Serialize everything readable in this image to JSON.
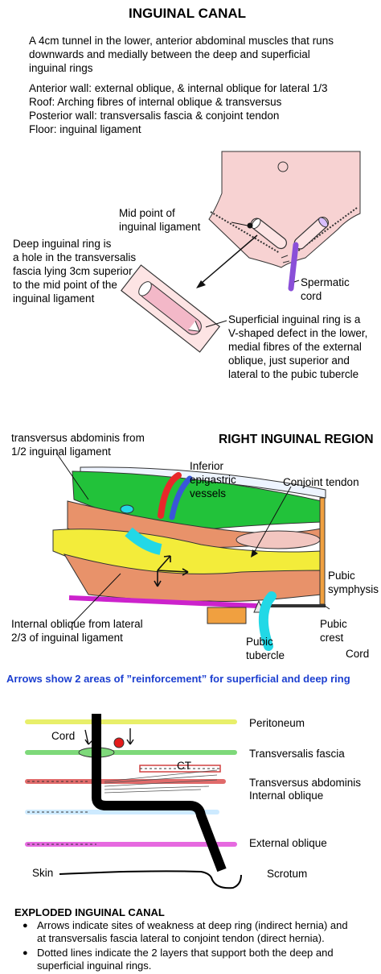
{
  "section1": {
    "title": "INGUINAL CANAL",
    "intro": [
      "A 4cm tunnel in the lower, anterior abdominal muscles that runs",
      "downwards and medially between the deep and superficial",
      "inguinal rings"
    ],
    "walls": [
      "Anterior wall: external oblique, & internal oblique for lateral 1/3",
      "Roof: Arching fibres of internal oblique & transversus",
      "Posterior wall: transversalis fascia & conjoint tendon",
      "Floor: inguinal ligament"
    ],
    "labels": {
      "mid_point": [
        "Mid point of",
        "inguinal ligament"
      ],
      "deep_ring": [
        "Deep inguinal ring is",
        "a hole in the transversalis",
        "fascia lying 3cm superior",
        "to the mid point of the",
        "inguinal ligament"
      ],
      "spermatic_cord": [
        "Spermatic",
        "cord"
      ],
      "superficial_ring": [
        "Superficial inguinal ring is a",
        "V-shaped defect in the lower,",
        "medial fibres of the external",
        "oblique, just superior and",
        "lateral to the pubic tubercle"
      ]
    }
  },
  "section2": {
    "title": "RIGHT INGUINAL REGION",
    "labels": {
      "transversus": [
        "transversus abdominis from",
        "1/2 inguinal ligament"
      ],
      "inferior_epigastric": [
        "Inferior",
        "epigastric",
        "vessels"
      ],
      "conjoint": "Conjoint tendon",
      "pubic_symphysis": [
        "Pubic",
        "symphysis"
      ],
      "internal_oblique": [
        "Internal oblique from lateral",
        "2/3 of inguinal ligament"
      ],
      "pubic_tubercle": [
        "Pubic",
        "tubercle"
      ],
      "pubic_crest": [
        "Pubic",
        "crest"
      ],
      "cord": "Cord"
    },
    "arrows_note": "Arrows show 2 areas of ”reinforcement” for superficial and deep ring"
  },
  "section3": {
    "labels": {
      "peritoneum": "Peritoneum",
      "cord": "Cord",
      "transversalis_fascia": "Transversalis fascia",
      "ct": "CT",
      "transversus_abdominis": "Transversus abdominis",
      "internal_oblique": "Internal oblique",
      "external_oblique": "External oblique",
      "skin": "Skin",
      "scrotum": "Scrotum"
    },
    "title": "EXPLODED INGUINAL CANAL",
    "bullets": [
      [
        "Arrows indicate sites of weakness at deep ring (indirect hernia) and",
        "at transversalis fascia lateral to conjoint tendon (direct hernia)."
      ],
      [
        "Dotted lines indicate the 2 layers that support both the deep and",
        "superficial inguinal rings."
      ]
    ]
  },
  "colors": {
    "skin_pink": "#f7d2d2",
    "green": "#22c23a",
    "orange_muscle": "#e8926a",
    "yellow_muscle": "#f3ec3a",
    "cyan_cord": "#22d8e6",
    "magenta_ligament": "#cc22cc",
    "purple_cord": "#8a4fd8",
    "note_blue": "#1c3fd0"
  }
}
